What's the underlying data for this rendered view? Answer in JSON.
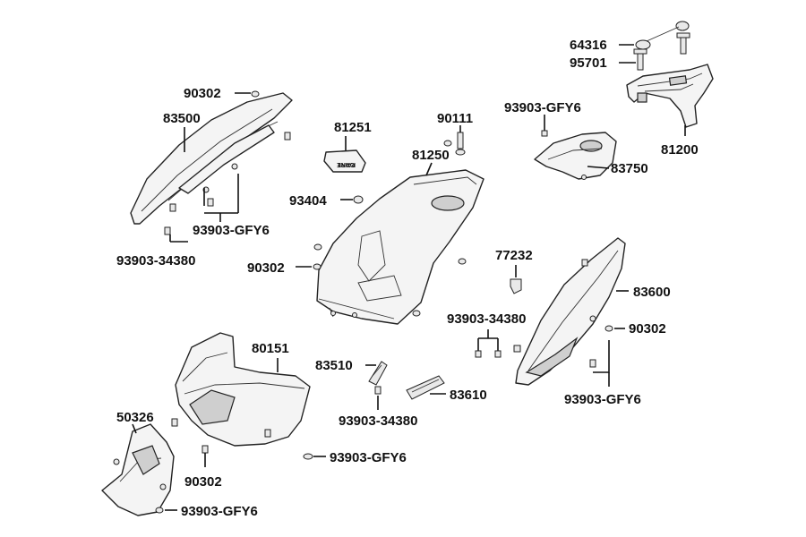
{
  "labels": {
    "l64316": "64316",
    "l95701": "95701",
    "l81200": "81200",
    "l83750": "83750",
    "l93903_gfy6_top": "93903-GFY6",
    "l90111": "90111",
    "l81251": "81251",
    "l81250": "81250",
    "l93404": "93404",
    "l90302_a": "90302",
    "l83500": "83500",
    "l93903_gfy6_left": "93903-GFY6",
    "l93903_34380_left": "93903-34380",
    "l90302_b": "90302",
    "l77232": "77232",
    "l83600": "83600",
    "l93903_34380_mid": "93903-34380",
    "l90302_c": "90302",
    "l93903_gfy6_right": "93903-GFY6",
    "l80151": "80151",
    "l83510": "83510",
    "l83610": "83610",
    "l93903_34380_bot": "93903-34380",
    "l50326": "50326",
    "l93903_gfy6_bot_mid": "93903-GFY6",
    "l90302_d": "90302",
    "l93903_gfy6_bot_left": "93903-GFY6"
  },
  "decals": {
    "care_text": "CARE",
    "paint_text": "PAINT"
  }
}
